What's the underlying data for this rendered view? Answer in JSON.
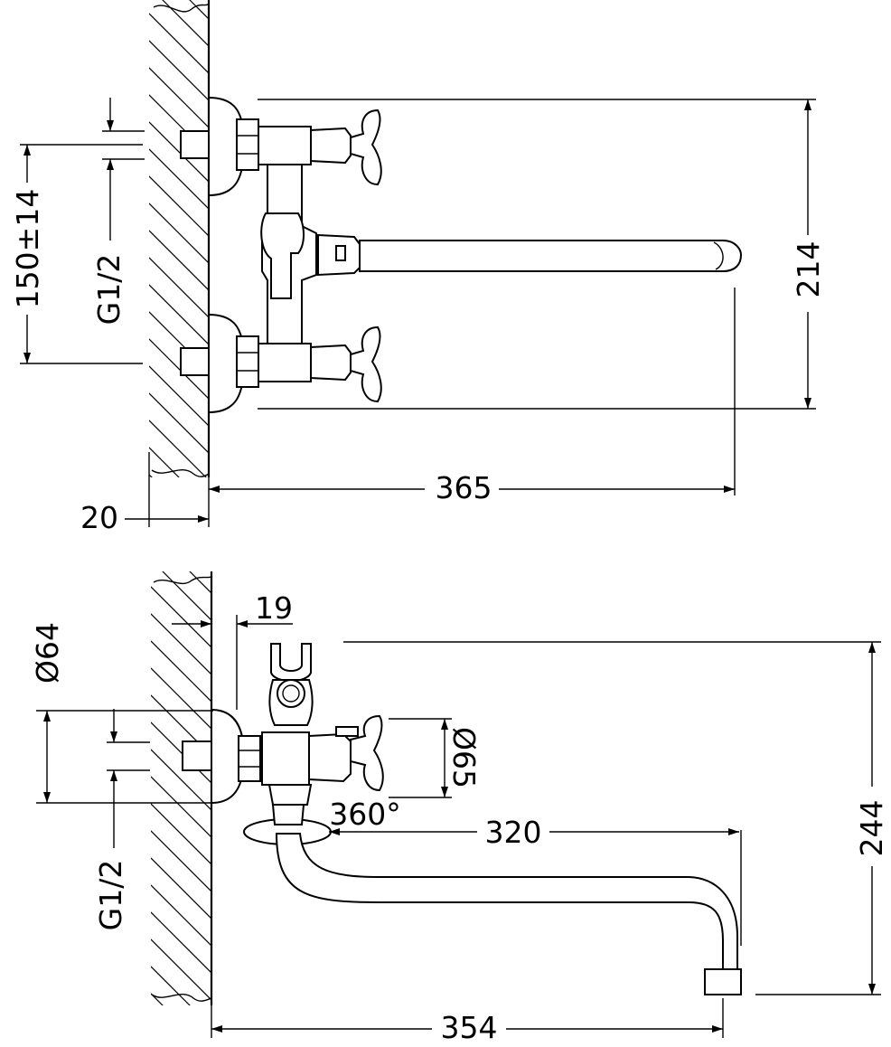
{
  "top_view": {
    "dimensions": {
      "center_distance": "150±14",
      "thread_left": "G1/2",
      "total_height": "214",
      "reach": "365",
      "wall_offset": "20"
    }
  },
  "side_view": {
    "dimensions": {
      "wall_gap": "19",
      "flange_diameter": "Ø64",
      "thread_left": "G1/2",
      "handle_diameter": "Ø65",
      "rotation": "360°",
      "spout_reach": "320",
      "total_height": "244",
      "total_reach": "354"
    }
  }
}
